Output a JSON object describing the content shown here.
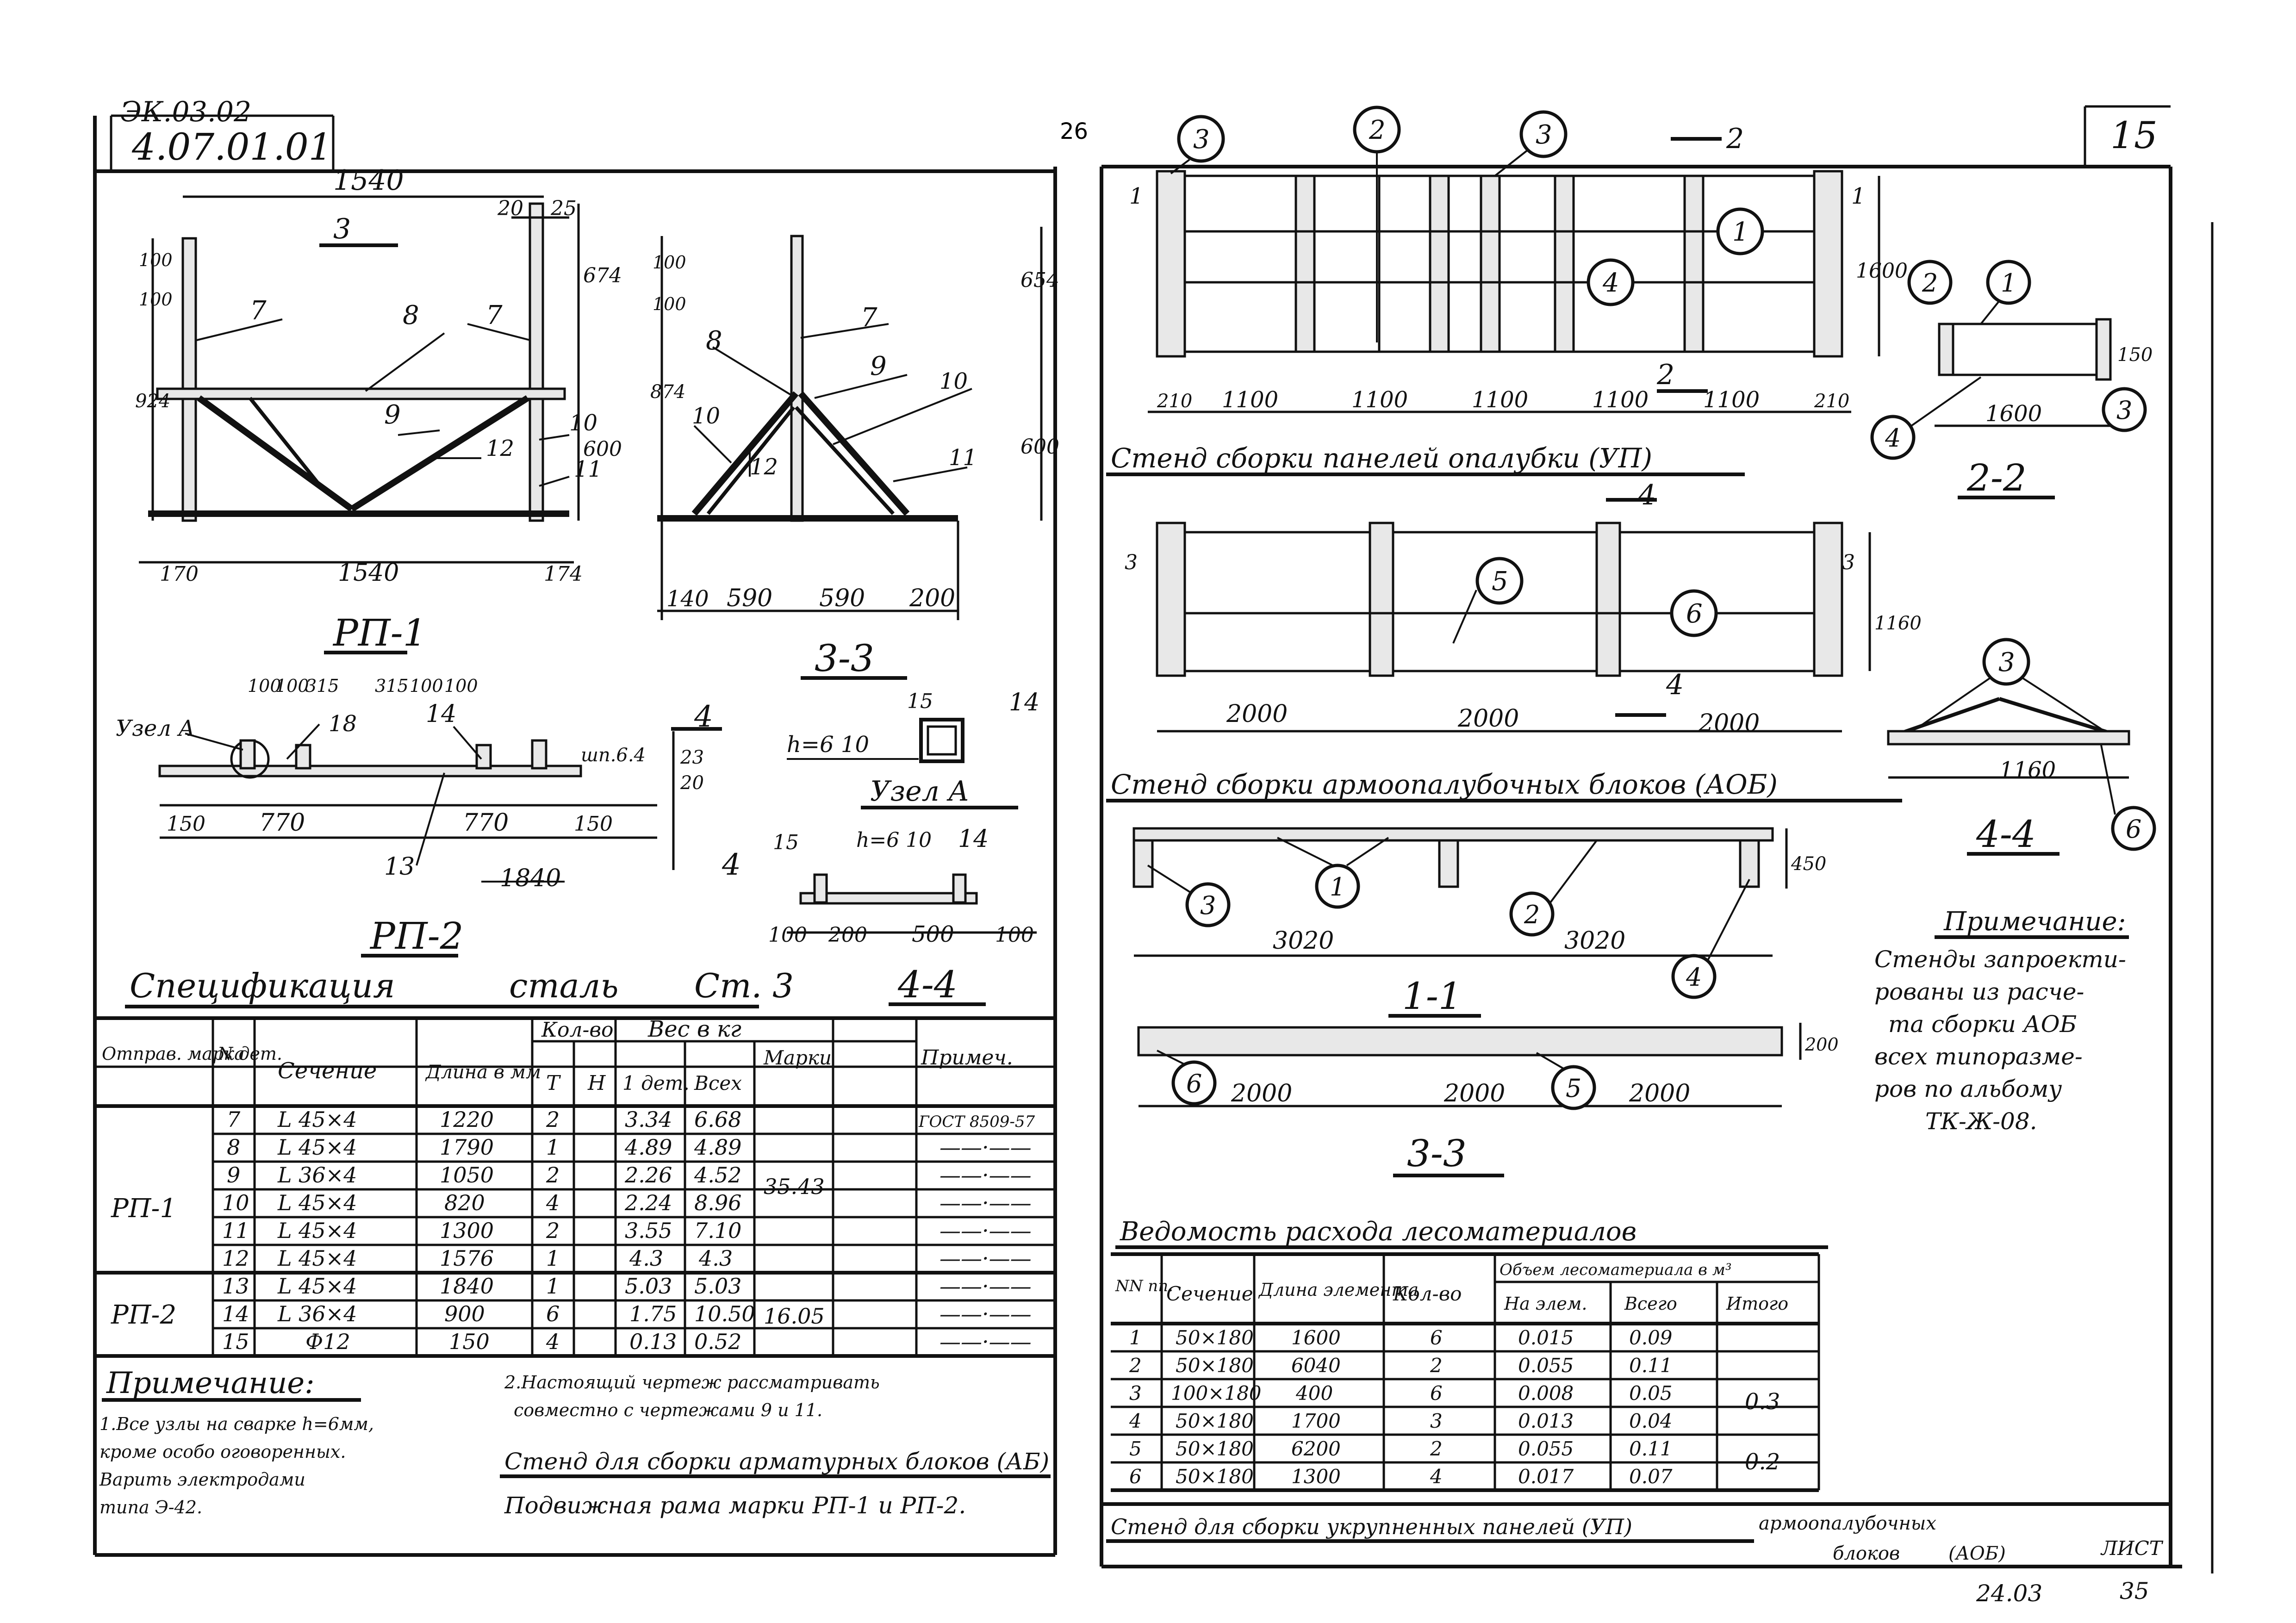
{
  "header": {
    "doc_code_top": "ЭК.03.02",
    "doc_code": "4.07.01.01",
    "page_number": "26",
    "sheet_number": "15"
  },
  "left": {
    "rp1": {
      "title": "РП-1",
      "dims_top": [
        "1540",
        "20",
        "25"
      ],
      "dims_bottom": [
        "170",
        "1540",
        "174"
      ],
      "dims_left": [
        "100",
        "100",
        "924"
      ],
      "dims_right": [
        "674",
        "600"
      ],
      "callouts": [
        "7",
        "8",
        "7",
        "9",
        "10",
        "12",
        "11"
      ],
      "section_mark": "3"
    },
    "sec33a": {
      "title": "3-3",
      "dims_bottom": [
        "140",
        "590",
        "590",
        "200"
      ],
      "dims_left": [
        "100",
        "100",
        "874"
      ],
      "dims_right": [
        "654",
        "600"
      ],
      "callouts": [
        "8",
        "7",
        "9",
        "10",
        "10",
        "12",
        "11"
      ]
    },
    "rp2": {
      "title": "РП-2",
      "dims_top": [
        "100",
        "100",
        "315",
        "315",
        "100",
        "100"
      ],
      "dims_bottom": [
        "150",
        "770",
        "770",
        "150"
      ],
      "total": "1840",
      "node_label": "Узел А",
      "callouts": [
        "18",
        "14",
        "13"
      ],
      "weld": "шп.6.4",
      "right_dims": [
        "23",
        "20"
      ],
      "cut": "4"
    },
    "node_a": {
      "title": "Узел А",
      "h_label": "h=6 10",
      "h_label2": "h=6 10",
      "callouts": [
        "15",
        "14",
        "15",
        "14"
      ],
      "dims": [
        "100",
        "200",
        "500",
        "100"
      ],
      "section_title": "4-4",
      "cut": "4"
    },
    "spec": {
      "title": "Спецификация",
      "title2": "сталь",
      "title3": "Ст. 3",
      "headers": [
        "Отправ. марка",
        "N дет.",
        "Сечение",
        "Длина в мм",
        "Кол-во",
        "Вес в кг",
        "Примеч."
      ],
      "sub_headers": [
        "Т",
        "Н",
        "1 дет.",
        "Всех",
        "Марки"
      ],
      "rows": [
        {
          "mark": "",
          "n": "7",
          "section": "L 45×4",
          "len": "1220",
          "qt": "2",
          "qn": "",
          "w1": "3.34",
          "wall": "6.68",
          "wmark": "",
          "note": "ГОСТ 8509-57"
        },
        {
          "mark": "",
          "n": "8",
          "section": "L 45×4",
          "len": "1790",
          "qt": "1",
          "qn": "",
          "w1": "4.89",
          "wall": "4.89",
          "wmark": "",
          "note": "——·——"
        },
        {
          "mark": "",
          "n": "9",
          "section": "L 36×4",
          "len": "1050",
          "qt": "2",
          "qn": "",
          "w1": "2.26",
          "wall": "4.52",
          "wmark": "35.43",
          "note": "——·——"
        },
        {
          "mark": "РП-1",
          "n": "10",
          "section": "L 45×4",
          "len": "820",
          "qt": "4",
          "qn": "",
          "w1": "2.24",
          "wall": "8.96",
          "wmark": "",
          "note": "——·——"
        },
        {
          "mark": "",
          "n": "11",
          "section": "L 45×4",
          "len": "1300",
          "qt": "2",
          "qn": "",
          "w1": "3.55",
          "wall": "7.10",
          "wmark": "",
          "note": "——·——"
        },
        {
          "mark": "",
          "n": "12",
          "section": "L 45×4",
          "len": "1576",
          "qt": "1",
          "qn": "",
          "w1": "4.3",
          "wall": "4.3",
          "wmark": "",
          "note": "——·——"
        },
        {
          "mark": "",
          "n": "13",
          "section": "L 45×4",
          "len": "1840",
          "qt": "1",
          "qn": "",
          "w1": "5.03",
          "wall": "5.03",
          "wmark": "",
          "note": "——·——"
        },
        {
          "mark": "РП-2",
          "n": "14",
          "section": "L 36×4",
          "len": "900",
          "qt": "6",
          "qn": "",
          "w1": "1.75",
          "wall": "10.50",
          "wmark": "16.05",
          "note": "——·——"
        },
        {
          "mark": "",
          "n": "15",
          "section": "Ф12",
          "len": "150",
          "qt": "4",
          "qn": "",
          "w1": "0.13",
          "wall": "0.52",
          "wmark": "",
          "note": "——·——"
        }
      ]
    },
    "notes": {
      "title": "Примечание:",
      "n1": [
        "1.Все узлы на сварке h=6мм,",
        "кроме особо оговоренных.",
        "Варить электродами",
        "типа Э-42."
      ],
      "n2": [
        "2.Настоящий чертеж рассматривать",
        "совместно с чертежами 9 и 11."
      ],
      "stand": "Стенд для сборки арматурных блоков (АБ)",
      "frame": "Подвижная рама марки РП-1 и РП-2."
    }
  },
  "right": {
    "formwork": {
      "title": "Стенд сборки панелей опалубки (УП)",
      "dims": [
        "210",
        "1100",
        "1100",
        "1100",
        "1100",
        "1100",
        "210"
      ],
      "height": "1600",
      "callouts": [
        "3",
        "2",
        "3",
        "1",
        "4"
      ],
      "cuts": [
        "1",
        "1",
        "2",
        "2"
      ]
    },
    "sec22": {
      "title": "2-2",
      "dim": "1600",
      "height": "150",
      "callouts": [
        "2",
        "1",
        "4",
        "3"
      ]
    },
    "block_stand": {
      "title": "Стенд сборки армоопалубочных блоков (АОБ)",
      "dims": [
        "2000",
        "2000",
        "2000"
      ],
      "height": "1160",
      "callouts": [
        "5",
        "6"
      ],
      "cuts": [
        "3",
        "3",
        "4",
        "4"
      ]
    },
    "sec44": {
      "title": "4-4",
      "dim": "1160",
      "callouts": [
        "3",
        "6"
      ]
    },
    "sec11": {
      "title": "1-1",
      "dims": [
        "3020",
        "3020"
      ],
      "height": "450",
      "callouts": [
        "3",
        "1",
        "2",
        "4"
      ]
    },
    "sec33b": {
      "title": "3-3",
      "dims": [
        "2000",
        "2000",
        "2000"
      ],
      "height": "200",
      "callouts": [
        "6",
        "5"
      ]
    },
    "notes": {
      "title": "Примечание:",
      "lines": [
        "Стенды запроекти-",
        "рованы из расче-",
        "та сборки АОБ",
        "всех типоразме-",
        "ров по альбому",
        "ТК-Ж-08."
      ]
    },
    "timber": {
      "title": "Ведомость расхода лесоматериалов",
      "headers": [
        "NN пп.",
        "Сечение",
        "Длина элемента",
        "Кол-во",
        "Объем лесоматериала в м³"
      ],
      "sub_headers": [
        "На элем.",
        "Всего",
        "Итого"
      ],
      "rows": [
        {
          "n": "1",
          "section": "50×180",
          "len": "1600",
          "qty": "6",
          "v1": "0.015",
          "vall": "0.09"
        },
        {
          "n": "2",
          "section": "50×180",
          "len": "6040",
          "qty": "2",
          "v1": "0.055",
          "vall": "0.11"
        },
        {
          "n": "3",
          "section": "100×180",
          "len": "400",
          "qty": "6",
          "v1": "0.008",
          "vall": "0.05"
        },
        {
          "n": "4",
          "section": "50×180",
          "len": "1700",
          "qty": "3",
          "v1": "0.013",
          "vall": "0.04"
        },
        {
          "n": "5",
          "section": "50×180",
          "len": "6200",
          "qty": "2",
          "v1": "0.055",
          "vall": "0.11"
        },
        {
          "n": "6",
          "section": "50×180",
          "len": "1300",
          "qty": "4",
          "v1": "0.017",
          "vall": "0.07"
        }
      ],
      "total1": "0.3",
      "total2": "0.2"
    },
    "footer": {
      "title": "Стенд для сборки укрупненных панелей (УП)",
      "title2": "армоопалубочных",
      "title3": "блоков",
      "sheet_label": "(АОБ)",
      "sheet_word": "ЛИСТ",
      "date": "24.03",
      "sheet": "35"
    }
  }
}
